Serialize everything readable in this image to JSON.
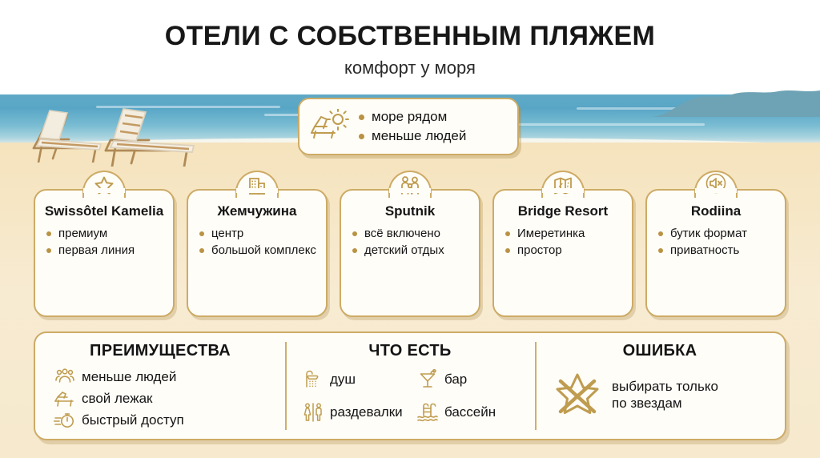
{
  "header": {
    "title": "ОТЕЛИ С СОБСТВЕННЫМ ПЛЯЖЕМ",
    "subtitle": "комфорт у моря"
  },
  "callout": {
    "icon": "sun-lounger-icon",
    "items": [
      "море рядом",
      "меньше людей"
    ]
  },
  "hotels": [
    {
      "name": "Swissôtel Kamelia",
      "icon": "star-icon",
      "features": [
        "премиум",
        "первая линия"
      ]
    },
    {
      "name": "Жемчужина",
      "icon": "building-icon",
      "features": [
        "центр",
        "большой комплекс"
      ]
    },
    {
      "name": "Sputnik",
      "icon": "family-icon",
      "features": [
        "всё включено",
        "детский отдых"
      ]
    },
    {
      "name": "Bridge Resort",
      "icon": "map-icon",
      "features": [
        "Имеретинка",
        "простор"
      ]
    },
    {
      "name": "Rodiina",
      "icon": "mute-speaker-icon",
      "features": [
        "бутик формат",
        "приватность"
      ]
    }
  ],
  "panel": {
    "advantages": {
      "heading": "ПРЕИМУЩЕСТВА",
      "items": [
        {
          "icon": "people-group-icon",
          "label": "меньше людей"
        },
        {
          "icon": "lounger-icon",
          "label": "свой лежак"
        },
        {
          "icon": "stopwatch-icon",
          "label": "быстрый доступ"
        }
      ]
    },
    "amenities": {
      "heading": "ЧТО ЕСТЬ",
      "items": [
        {
          "icon": "shower-icon",
          "label": "душ"
        },
        {
          "icon": "cocktail-icon",
          "label": "бар"
        },
        {
          "icon": "restroom-icon",
          "label": "раздевалки"
        },
        {
          "icon": "pool-icon",
          "label": "бассейн"
        }
      ]
    },
    "mistake": {
      "heading": "ОШИБКА",
      "icon": "crossed-star-icon",
      "text_line1": "выбирать только",
      "text_line2": "по звездам"
    }
  },
  "colors": {
    "gold_border": "#cdab66",
    "gold_icon": "#bf9c4f",
    "bullet": "#b99243",
    "sand": "#f6e6c4",
    "sea": "#58a6c6",
    "text": "#141414",
    "card_bg": "#fffdf8"
  }
}
